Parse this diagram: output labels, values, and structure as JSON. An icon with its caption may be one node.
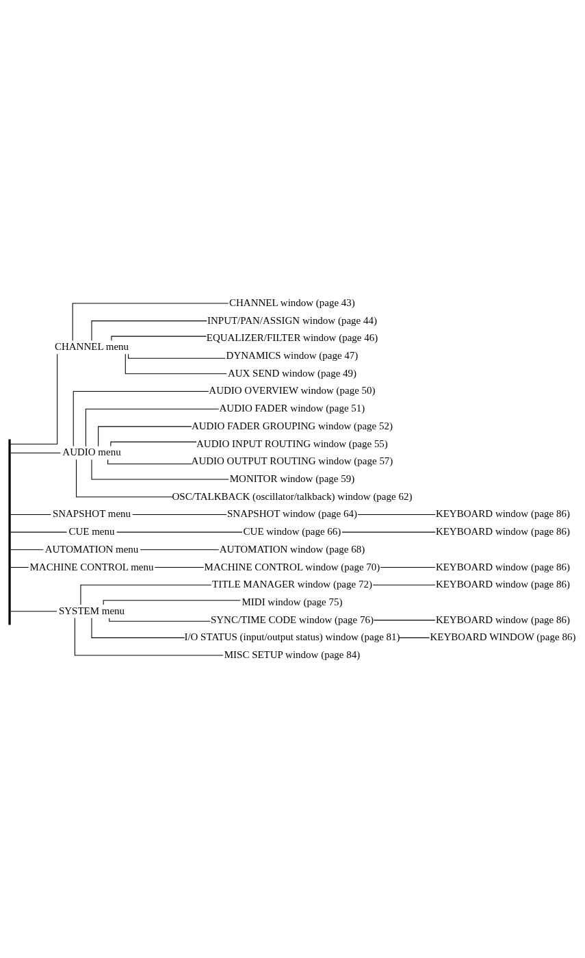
{
  "diagram": {
    "nodes": [
      {
        "text": [],
        "shape": "bar"
      },
      {
        "text": [
          "CHANNEL menu"
        ]
      },
      {
        "text": [
          "CHANNEL window (page 43)"
        ]
      },
      {
        "text": [
          "INPUT/PAN/ASSIGN window (page 44)"
        ]
      },
      {
        "text": [
          "EQUALIZER/FILTER window (page 46)"
        ]
      },
      {
        "text": [
          "DYNAMICS window (page 47)"
        ]
      },
      {
        "text": [
          "AUX SEND window (page 49)"
        ]
      },
      {
        "text": [
          "AUDIO menu"
        ]
      },
      {
        "text": [
          "AUDIO OVERVIEW window (page 50)"
        ]
      },
      {
        "text": [
          "AUDIO FADER window (page 51)"
        ]
      },
      {
        "text": [
          "AUDIO FADER GROUPING window (page 52)"
        ]
      },
      {
        "text": [
          "AUDIO INPUT ROUTING window (page 55)"
        ]
      },
      {
        "text": [
          "AUDIO OUTPUT ROUTING window (page 57)"
        ]
      },
      {
        "text": [
          "MONITOR window (page 59)"
        ]
      },
      {
        "text": [
          "OSC/TALKBACK (oscillator/talkback) window (page 62)"
        ]
      },
      {
        "text": [
          "SNAPSHOT menu"
        ]
      },
      {
        "text": [
          "SNAPSHOT window (page 64)"
        ]
      },
      {
        "text": [
          "KEYBOARD window (page 86)"
        ]
      },
      {
        "text": [
          "CUE menu"
        ]
      },
      {
        "text": [
          "CUE window (page 66)"
        ]
      },
      {
        "text": [
          "KEYBOARD window (page 86)"
        ]
      },
      {
        "text": [
          "AUTOMATION menu"
        ]
      },
      {
        "text": [
          "AUTOMATION window (page 68)"
        ]
      },
      {
        "text": [
          "MACHINE CONTROL menu"
        ]
      },
      {
        "text": [
          "MACHINE CONTROL window (page 70)"
        ]
      },
      {
        "text": [
          "KEYBOARD window (page 86)"
        ]
      },
      {
        "text": [
          "SYSTEM menu"
        ]
      },
      {
        "text": [
          "TITLE MANAGER window (page 72)"
        ]
      },
      {
        "text": [
          "KEYBOARD window (page 86)"
        ]
      },
      {
        "text": [
          "MIDI window (page 75)"
        ]
      },
      {
        "text": [
          "SYNC/TIME CODE window (page 76)"
        ]
      },
      {
        "text": [
          "KEYBOARD window (page 86)"
        ]
      },
      {
        "text": [
          "I/O STATUS (input/output status) window (page 81)"
        ]
      },
      {
        "text": [
          "KEYBOARD WINDOW (page 86)"
        ]
      },
      {
        "text": [
          "MISC SETUP window (page 84)"
        ]
      }
    ],
    "edges": [
      {
        "from": 0,
        "to": 1,
        "arrow": "none"
      },
      {
        "from": 1,
        "to": 2,
        "arrow": "none"
      },
      {
        "from": 1,
        "to": 3,
        "arrow": "none"
      },
      {
        "from": 1,
        "to": 4,
        "arrow": "none"
      },
      {
        "from": 1,
        "to": 5,
        "arrow": "none"
      },
      {
        "from": 1,
        "to": 6,
        "arrow": "none"
      },
      {
        "from": 0,
        "to": 7,
        "arrow": "none"
      },
      {
        "from": 7,
        "to": 8,
        "arrow": "none"
      },
      {
        "from": 7,
        "to": 9,
        "arrow": "none"
      },
      {
        "from": 7,
        "to": 10,
        "arrow": "none"
      },
      {
        "from": 7,
        "to": 11,
        "arrow": "none"
      },
      {
        "from": 7,
        "to": 12,
        "arrow": "none"
      },
      {
        "from": 7,
        "to": 13,
        "arrow": "none"
      },
      {
        "from": 7,
        "to": 14,
        "arrow": "none"
      },
      {
        "from": 0,
        "to": 15,
        "arrow": "none"
      },
      {
        "from": 15,
        "to": 16,
        "arrow": "none"
      },
      {
        "from": 16,
        "to": 17,
        "arrow": "none"
      },
      {
        "from": 0,
        "to": 18,
        "arrow": "none"
      },
      {
        "from": 18,
        "to": 19,
        "arrow": "none"
      },
      {
        "from": 19,
        "to": 20,
        "arrow": "none"
      },
      {
        "from": 0,
        "to": 21,
        "arrow": "none"
      },
      {
        "from": 21,
        "to": 22,
        "arrow": "none"
      },
      {
        "from": 0,
        "to": 23,
        "arrow": "none"
      },
      {
        "from": 23,
        "to": 24,
        "arrow": "none"
      },
      {
        "from": 24,
        "to": 25,
        "arrow": "none"
      },
      {
        "from": 0,
        "to": 26,
        "arrow": "none"
      },
      {
        "from": 26,
        "to": 27,
        "arrow": "none"
      },
      {
        "from": 27,
        "to": 28,
        "arrow": "none"
      },
      {
        "from": 26,
        "to": 29,
        "arrow": "none"
      },
      {
        "from": 26,
        "to": 30,
        "arrow": "none"
      },
      {
        "from": 30,
        "to": 31,
        "arrow": "none"
      },
      {
        "from": 26,
        "to": 32,
        "arrow": "none"
      },
      {
        "from": 32,
        "to": 33,
        "arrow": "none"
      },
      {
        "from": 26,
        "to": 34,
        "arrow": "none"
      }
    ]
  }
}
